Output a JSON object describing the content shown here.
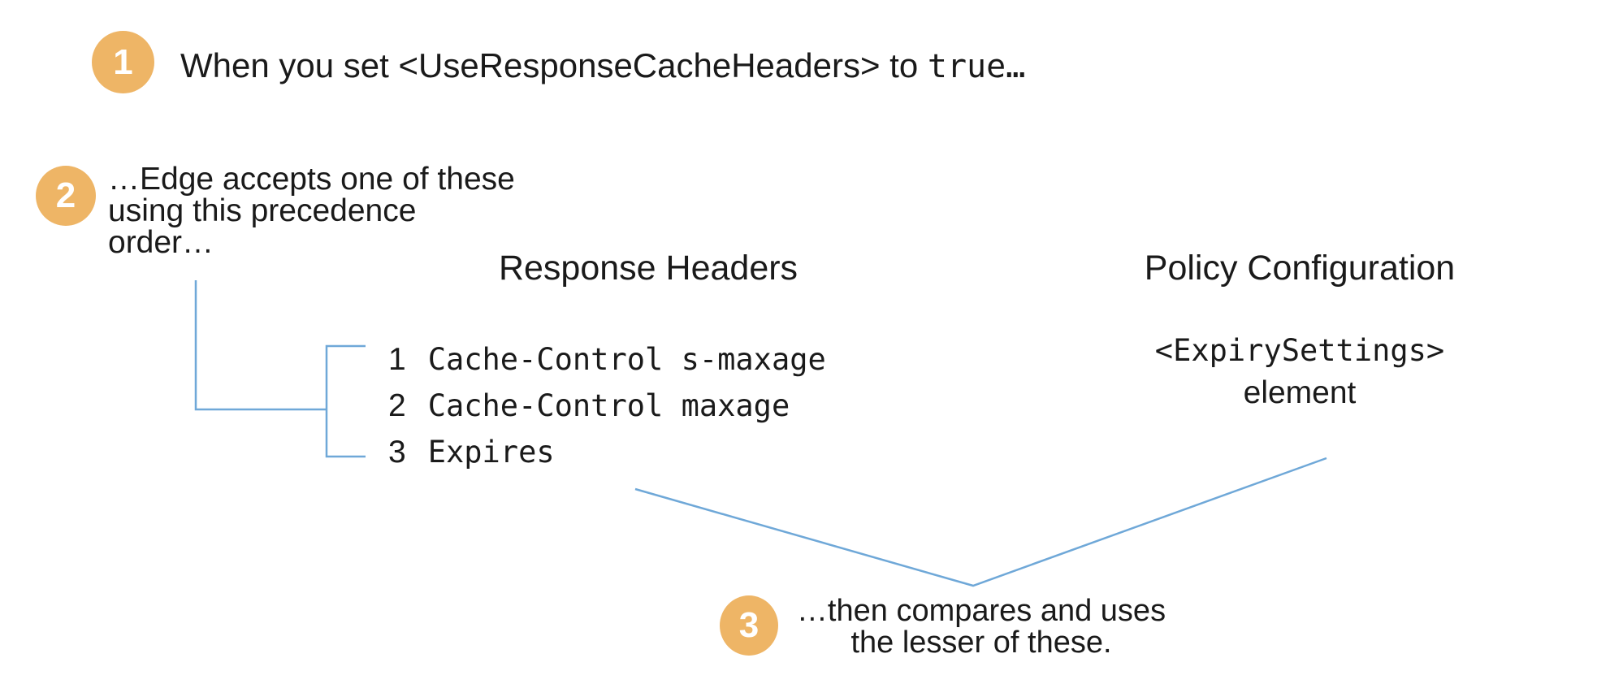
{
  "colors": {
    "badge_orange": "#eeb566",
    "line_blue": "#6fa8d8",
    "text_black": "#1a1a1a"
  },
  "step1": {
    "number": "1",
    "label_text": "When you set <UseResponseCacheHeaders> to ",
    "label_code": "true…"
  },
  "step2": {
    "number": "2",
    "line1": "…Edge accepts one of these",
    "line2": "using this precedence",
    "line3": "order…"
  },
  "step3": {
    "number": "3",
    "line1": "…then compares and uses",
    "line2": "the lesser of these."
  },
  "response_headers": {
    "title": "Response Headers",
    "items": [
      {
        "rank": "1",
        "name": "Cache-Control s-maxage"
      },
      {
        "rank": "2",
        "name": "Cache-Control maxage"
      },
      {
        "rank": "3",
        "name": "Expires"
      }
    ]
  },
  "policy_configuration": {
    "title": "Policy Configuration",
    "code": "<ExpirySettings>",
    "caption": "element"
  }
}
